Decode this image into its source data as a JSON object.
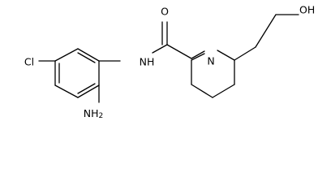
{
  "molecule": {
    "atom_labels": {
      "oxygen_carbonyl": "O",
      "amide_nitrogen": "NH",
      "piperidine_nitrogen": "N",
      "hydroxyl": "OH",
      "chlorine": "Cl",
      "amino": "NH",
      "amino_subscript": "2"
    }
  }
}
